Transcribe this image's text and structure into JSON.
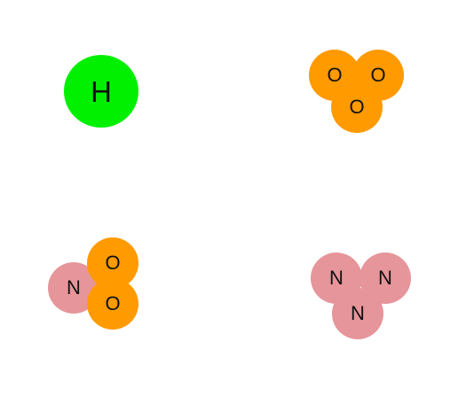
{
  "colors": {
    "H": "#00f000",
    "O": "#ff9a00",
    "N": "#e6959a"
  },
  "molecules": {
    "hydrogen": {
      "atoms": [
        {
          "label": "H"
        }
      ]
    },
    "ozone": {
      "atoms": [
        {
          "label": "O"
        },
        {
          "label": "O"
        },
        {
          "label": "O"
        }
      ]
    },
    "nitrogen_dioxide": {
      "atoms": [
        {
          "label": "N"
        },
        {
          "label": "O"
        },
        {
          "label": "O"
        }
      ]
    },
    "trinitrogen": {
      "atoms": [
        {
          "label": "N"
        },
        {
          "label": "N"
        },
        {
          "label": "N"
        }
      ]
    }
  }
}
